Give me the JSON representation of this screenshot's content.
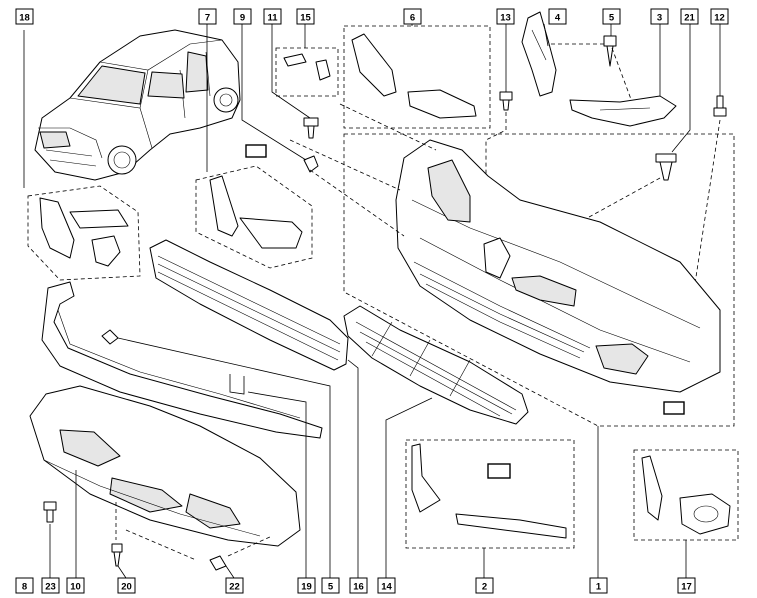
{
  "diagram": {
    "callouts": [
      {
        "id": "c18",
        "label": "18"
      },
      {
        "id": "c7",
        "label": "7"
      },
      {
        "id": "c9",
        "label": "9"
      },
      {
        "id": "c11",
        "label": "11"
      },
      {
        "id": "c15",
        "label": "15"
      },
      {
        "id": "c6",
        "label": "6"
      },
      {
        "id": "c13",
        "label": "13"
      },
      {
        "id": "c4",
        "label": "4"
      },
      {
        "id": "c5top",
        "label": "5"
      },
      {
        "id": "c3",
        "label": "3"
      },
      {
        "id": "c21",
        "label": "21"
      },
      {
        "id": "c12",
        "label": "12"
      },
      {
        "id": "c8",
        "label": "8"
      },
      {
        "id": "c23",
        "label": "23"
      },
      {
        "id": "c10",
        "label": "10"
      },
      {
        "id": "c20",
        "label": "20"
      },
      {
        "id": "c22",
        "label": "22"
      },
      {
        "id": "c19",
        "label": "19"
      },
      {
        "id": "c5bot",
        "label": "5"
      },
      {
        "id": "c16",
        "label": "16"
      },
      {
        "id": "c14",
        "label": "14"
      },
      {
        "id": "c2",
        "label": "2"
      },
      {
        "id": "c1",
        "label": "1"
      },
      {
        "id": "c17",
        "label": "17"
      }
    ]
  }
}
